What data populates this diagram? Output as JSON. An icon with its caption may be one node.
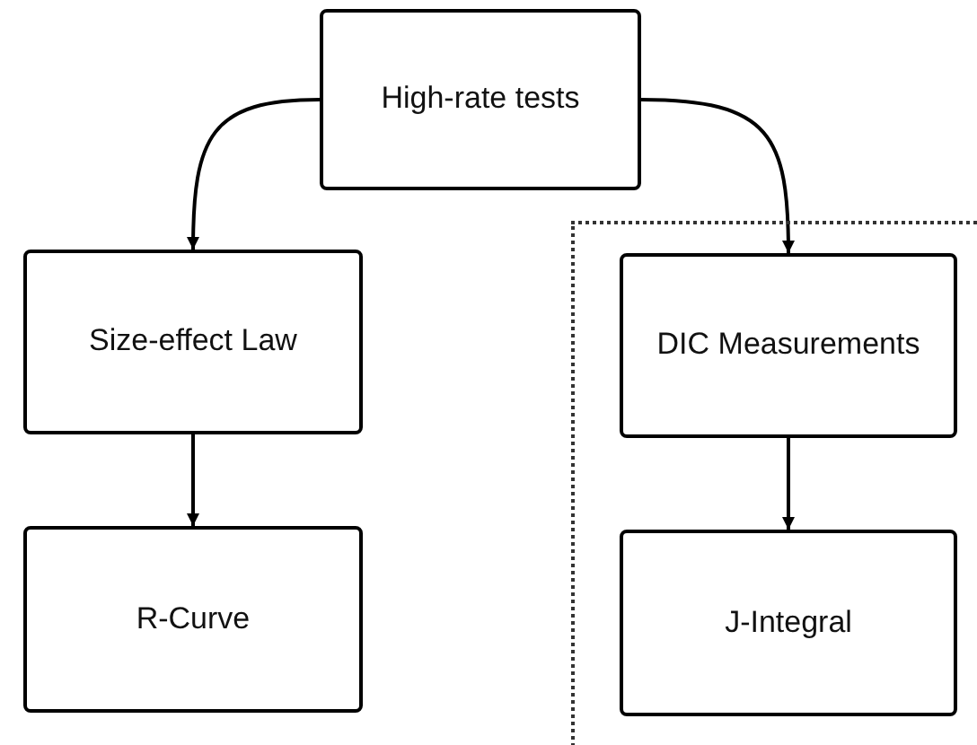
{
  "diagram": {
    "nodes": [
      {
        "text": [
          "High-rate tests"
        ]
      },
      {
        "text": [
          "Size-effect Law"
        ]
      },
      {
        "text": [
          "R-Curve"
        ]
      },
      {
        "text": [],
        "shape": "box"
      },
      {
        "text": [
          "DIC Measurements"
        ],
        "in": 3
      },
      {
        "text": [
          "J-Integral"
        ],
        "in": 3
      }
    ],
    "edges": [
      {
        "from": 0,
        "to": 1,
        "arrow": "to"
      },
      {
        "from": 0,
        "to": 4,
        "arrow": "to"
      },
      {
        "from": 1,
        "to": 2,
        "arrow": "to"
      },
      {
        "from": 4,
        "to": 5,
        "arrow": "to"
      }
    ]
  }
}
